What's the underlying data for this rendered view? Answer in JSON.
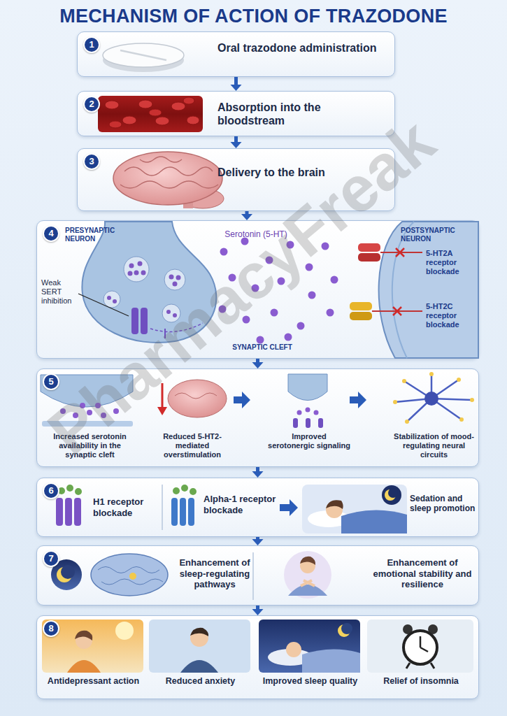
{
  "diagram": {
    "title": "MECHANISM OF ACTION OF TRAZODONE",
    "nodes": [
      {
        "text": [
          "Oral trazodone administration"
        ]
      },
      {
        "text": [
          "1"
        ],
        "in": 0
      },
      {
        "text": [
          "Absorption into the bloodstream"
        ]
      },
      {
        "text": [
          "2"
        ],
        "in": 2
      },
      {
        "text": [
          "Delivery to the brain"
        ]
      },
      {
        "text": [
          "3"
        ],
        "in": 4
      },
      {
        "text": [
          "PRESYNAPTIC NEURON",
          "Serotonin (5-HT)",
          "POSTSYNAPTIC NEURON",
          "Weak SERT inhibition",
          "5-HT2A receptor blockade",
          "5-HT2C receptor blockade",
          "SYNAPTIC CLEFT"
        ]
      },
      {
        "text": [
          "4"
        ],
        "in": 6
      },
      {
        "text": [
          "Increased serotonin availability in the synaptic cleft",
          "Reduced 5-HT2-mediated overstimulation",
          "Improved serotonergic signaling",
          "Stabilization of mood-regulating neural circuits"
        ]
      },
      {
        "text": [
          "5"
        ],
        "in": 8
      },
      {
        "text": [
          "H1 receptor blockade",
          "Alpha-1 receptor blockade",
          "Sedation and sleep promotion"
        ]
      },
      {
        "text": [
          "6"
        ],
        "in": 10
      },
      {
        "text": [
          "Enhancement of sleep-regulating pathways",
          "Enhancement of emotional stability and resilience"
        ]
      },
      {
        "text": [
          "7"
        ],
        "in": 12
      },
      {
        "text": [
          "Antidepressant action",
          "Reduced anxiety",
          "Improved sleep quality",
          "Relief of insomnia"
        ]
      },
      {
        "text": [
          "8"
        ],
        "in": 14
      }
    ],
    "edges": [
      {
        "from": 0,
        "to": 2,
        "arrow": "to"
      },
      {
        "from": 2,
        "to": 4,
        "arrow": "to"
      },
      {
        "from": 4,
        "to": 6,
        "arrow": "to"
      },
      {
        "from": 6,
        "to": 8,
        "arrow": "to"
      },
      {
        "from": 8,
        "to": 10,
        "arrow": "to"
      },
      {
        "from": 10,
        "to": 12,
        "arrow": "to"
      },
      {
        "from": 12,
        "to": 14,
        "arrow": "to"
      }
    ],
    "labels": [
      "PharmacyFreak"
    ]
  }
}
